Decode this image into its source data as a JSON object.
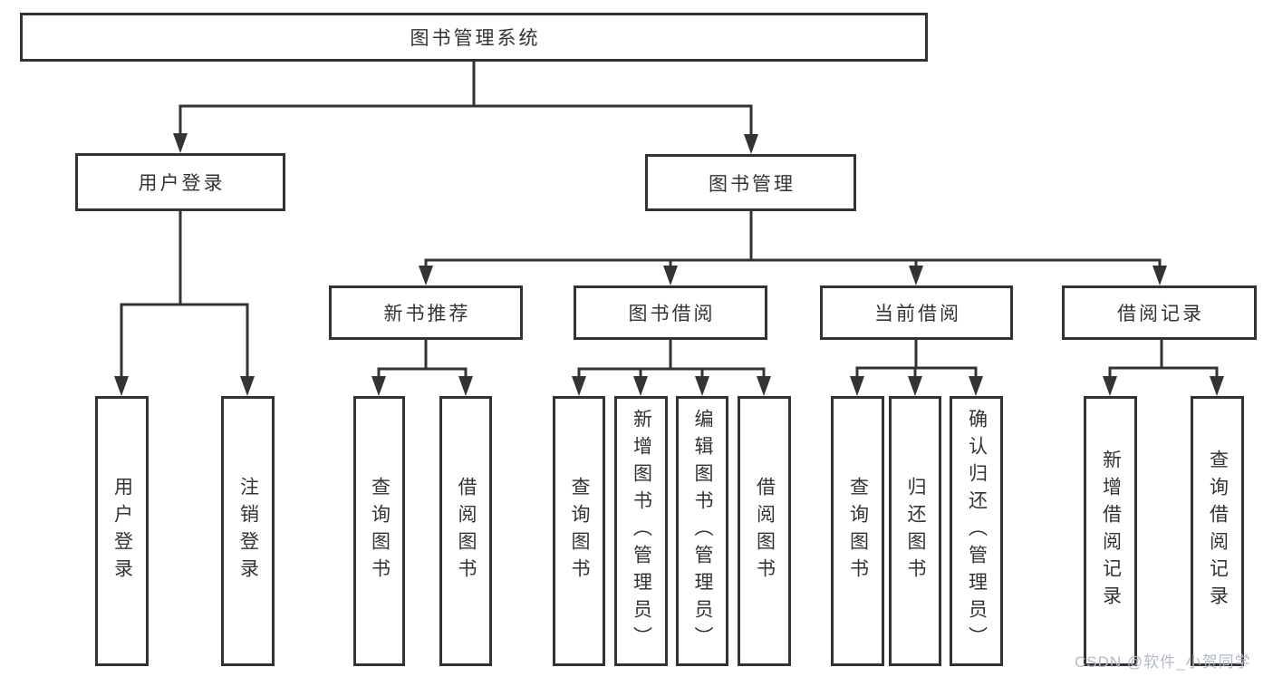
{
  "tree": {
    "root": {
      "label": "图书管理系统"
    },
    "user_login": {
      "label": "用户登录",
      "children": {
        "login": {
          "label": "用户登录"
        },
        "logout": {
          "label": "注销登录"
        }
      }
    },
    "book_mgmt": {
      "label": "图书管理",
      "children": {
        "new_book_rec": {
          "label": "新书推荐",
          "children": {
            "query": {
              "label": "查询图书"
            },
            "borrow": {
              "label": "借阅图书"
            }
          }
        },
        "book_borrow": {
          "label": "图书借阅",
          "children": {
            "query": {
              "label": "查询图书"
            },
            "add": {
              "label": "新增图书（管理员）"
            },
            "edit": {
              "label": "编辑图书（管理员）"
            },
            "borrow": {
              "label": "借阅图书"
            }
          }
        },
        "current_borrow": {
          "label": "当前借阅",
          "children": {
            "query": {
              "label": "查询图书"
            },
            "return": {
              "label": "归还图书"
            },
            "confirm": {
              "label": "确认归还（管理员）"
            }
          }
        },
        "borrow_records": {
          "label": "借阅记录",
          "children": {
            "add": {
              "label": "新增借阅记录"
            },
            "query": {
              "label": "查询借阅记录"
            }
          }
        }
      }
    }
  },
  "watermark": {
    "text": "CSDN @软件_小贺同学"
  },
  "colors": {
    "line": "#333333",
    "text": "#333333",
    "background": "#ffffff",
    "watermark": "#b3bac3"
  }
}
